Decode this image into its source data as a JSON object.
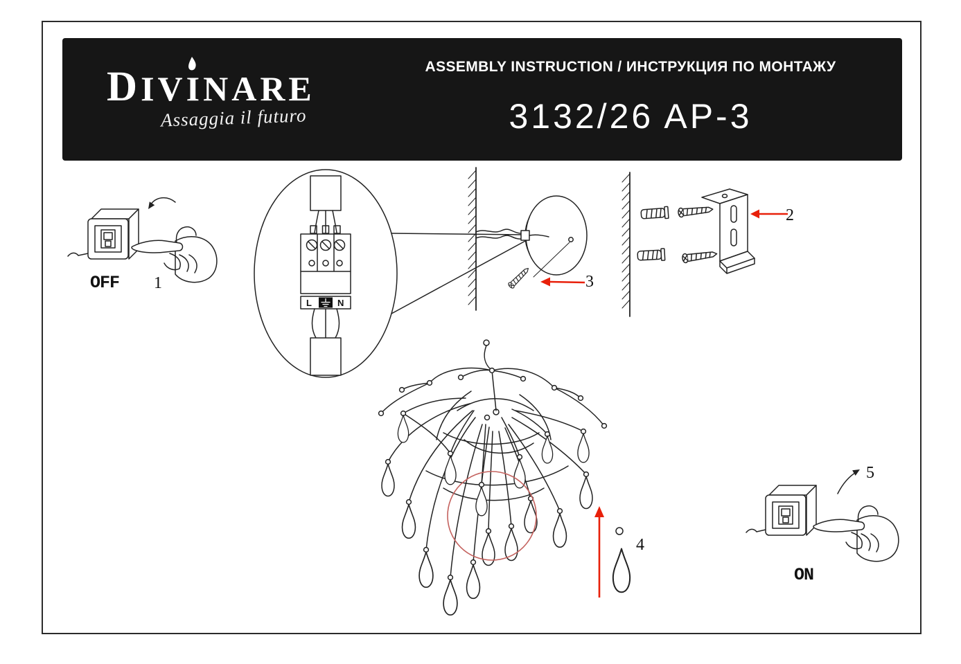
{
  "header": {
    "brand": {
      "d": "D",
      "mid": "IV",
      "flame_i": "I",
      "rest": "NARE"
    },
    "tagline": "Assaggia il futuro",
    "title": "ASSEMBLY INSTRUCTION / ИНСТРУКЦИЯ ПО МОНТАЖУ",
    "model": "3132/26 AP-3"
  },
  "steps": {
    "step1": {
      "number": "1",
      "switch_label": "OFF"
    },
    "step2": {
      "number": "2"
    },
    "step3": {
      "number": "3"
    },
    "step4": {
      "number": "4"
    },
    "step5": {
      "number": "5",
      "switch_label": "ON"
    }
  },
  "terminal_plate": {
    "live": "L",
    "earth_symbol": "⏚",
    "neutral": "N"
  },
  "colors": {
    "header_bg": "#161616",
    "line": "#222222",
    "accent_red": "#e8200a",
    "highlight_circle": "#c4625e"
  }
}
